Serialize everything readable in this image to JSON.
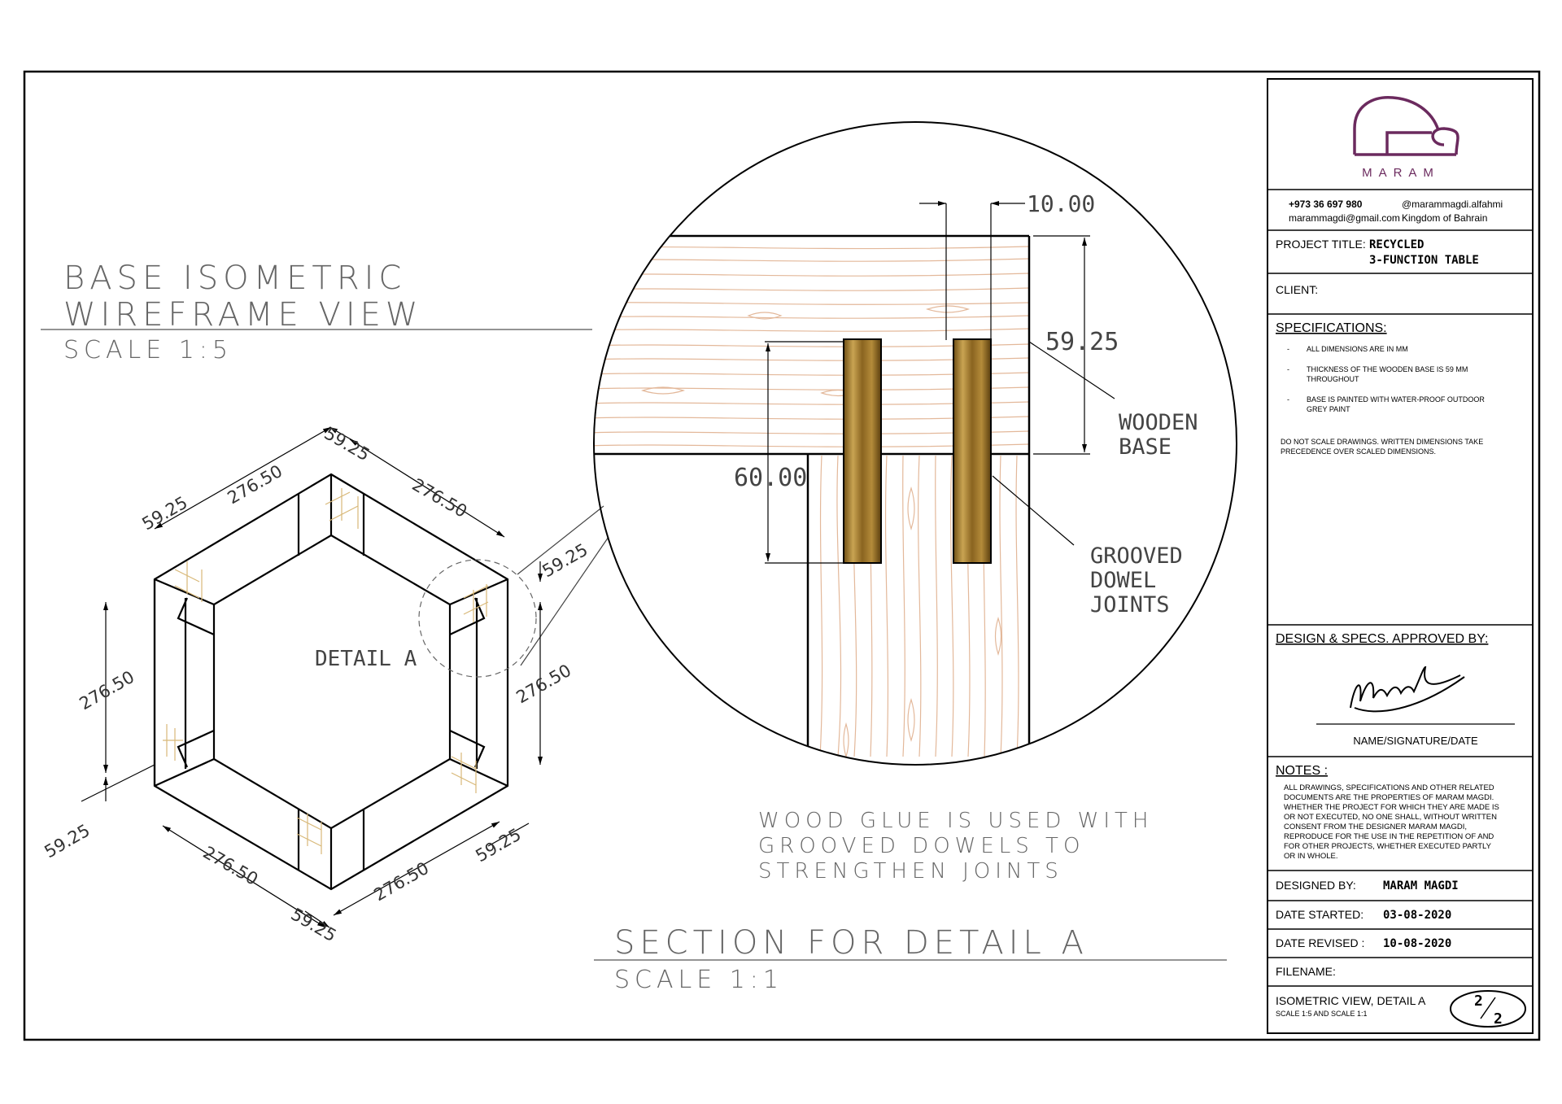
{
  "left_view": {
    "title_line1": "BASE ISOMETRIC",
    "title_line2": "WIREFRAME VIEW",
    "scale": "SCALE 1:5",
    "detail_label": "DETAIL A",
    "dims": {
      "top": "59.25",
      "top_left_outer": "276.50",
      "top_right_outer": "276.50",
      "left_corner": "59.25",
      "right_corner": "59.25",
      "left_height": "276.50",
      "right_height": "276.50",
      "bottom_left_corner": "59.25",
      "bottom_right_corner": "59.25",
      "bottom_left_outer": "276.50",
      "bottom_right_outer": "276.50",
      "bottom": "59.25"
    }
  },
  "section": {
    "dim_top": "10.00",
    "dim_base": "59.25",
    "dim_dowel": "60.00",
    "label_base_1": "WOODEN",
    "label_base_2": "BASE",
    "label_joint_1": "GROOVED",
    "label_joint_2": "DOWEL",
    "label_joint_3": "JOINTS",
    "note_1": "WOOD GLUE IS USED WITH",
    "note_2": "GROOVED DOWELS TO",
    "note_3": "STRENGTHEN JOINTS",
    "title": "SECTION FOR DETAIL A",
    "scale": "SCALE 1:1"
  },
  "title_block": {
    "brand": "MARAM",
    "phone": "+973 36 697 980",
    "email": "marammagdi@gmail.com",
    "handle": "@marammagdi.alfahmi",
    "location": "Kingdom of Bahrain",
    "project_label": "PROJECT TITLE:",
    "project_line1": "RECYCLED",
    "project_line2": "3-FUNCTION TABLE",
    "client_label": "CLIENT:",
    "specs_label": "SPECIFICATIONS:",
    "specs": [
      "ALL DIMENSIONS ARE IN MM",
      "THICKNESS OF THE WOODEN BASE IS 59 MM",
      "THROUGHOUT",
      "BASE IS PAINTED WITH WATER-PROOF OUTDOOR",
      "GREY PAINT"
    ],
    "scale_note_1": "DO NOT SCALE DRAWINGS. WRITTEN DIMENSIONS TAKE",
    "scale_note_2": "PRECEDENCE OVER SCALED DIMENSIONS.",
    "approved_label": "DESIGN & SPECS. APPROVED BY:",
    "signature_caption": "NAME/SIGNATURE/DATE",
    "notes_label": "NOTES :",
    "notes": [
      "ALL DRAWINGS, SPECIFICATIONS AND OTHER RELATED",
      "DOCUMENTS ARE THE PROPERTIES OF MARAM MAGDI.",
      "WHETHER THE PROJECT FOR WHICH THEY ARE MADE IS",
      "OR NOT EXECUTED, NO ONE SHALL, WITHOUT WRITTEN",
      "CONSENT FROM THE DESIGNER MARAM MAGDI,",
      "REPRODUCE FOR THE USE IN THE REPETITION OF AND",
      "FOR OTHER PROJECTS, WHETHER EXECUTED PARTLY",
      "OR IN WHOLE."
    ],
    "designed_label": "DESIGNED BY:",
    "designed_value": "MARAM MAGDI",
    "started_label": "DATE STARTED:",
    "started_value": "03-08-2020",
    "revised_label": "DATE REVISED :",
    "revised_value": "10-08-2020",
    "filename_label": "FILENAME:",
    "sheet_title": "ISOMETRIC VIEW, DETAIL A",
    "sheet_scale": "SCALE 1:5 AND SCALE 1:1",
    "sheet_num": "2",
    "sheet_total": "2"
  },
  "colors": {
    "line": "#000000",
    "wood_grain": "#e3b89a",
    "dowel": "#a57b2b",
    "dowel_light": "#d4b46a",
    "logo": "#6b2a5e"
  }
}
